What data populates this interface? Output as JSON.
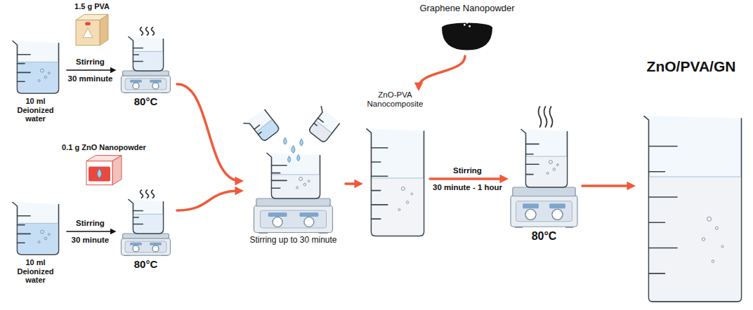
{
  "diagram": {
    "nodes": [
      {
        "text": [
          "1.5 g PVA"
        ]
      },
      {
        "text": [
          "10 ml Deionized water"
        ]
      },
      {
        "text": [
          "80°C"
        ]
      },
      {
        "text": [
          "0.1 g ZnO Nanopowder"
        ]
      },
      {
        "text": [
          "10 ml Deionized water"
        ]
      },
      {
        "text": [
          "80°C"
        ]
      },
      {
        "text": [
          "Stirring up to 30 minute"
        ]
      },
      {
        "text": [
          "ZnO-PVA Nanocomposite"
        ]
      },
      {
        "text": [
          "Graphene Nanopowder"
        ]
      },
      {
        "text": [
          "80°C"
        ]
      },
      {
        "text": [
          "ZnO/PVA/GN"
        ]
      }
    ],
    "edges": [
      {
        "from": 1,
        "to": 2,
        "arrow": "to",
        "label": "Stirring"
      },
      {
        "from": 4,
        "to": 5,
        "arrow": "to",
        "label": "Stirring"
      },
      {
        "from": 2,
        "to": 6,
        "arrow": "to"
      },
      {
        "from": 5,
        "to": 6,
        "arrow": "to"
      },
      {
        "from": 6,
        "to": 7,
        "arrow": "to"
      },
      {
        "from": 8,
        "to": 7,
        "arrow": "to"
      },
      {
        "from": 7,
        "to": 9,
        "arrow": "to",
        "label": "Stirring"
      },
      {
        "from": 9,
        "to": 10,
        "arrow": "to"
      }
    ],
    "labels": [
      "30 mminute",
      "30 minute",
      "30 minute - 1 hour"
    ]
  }
}
